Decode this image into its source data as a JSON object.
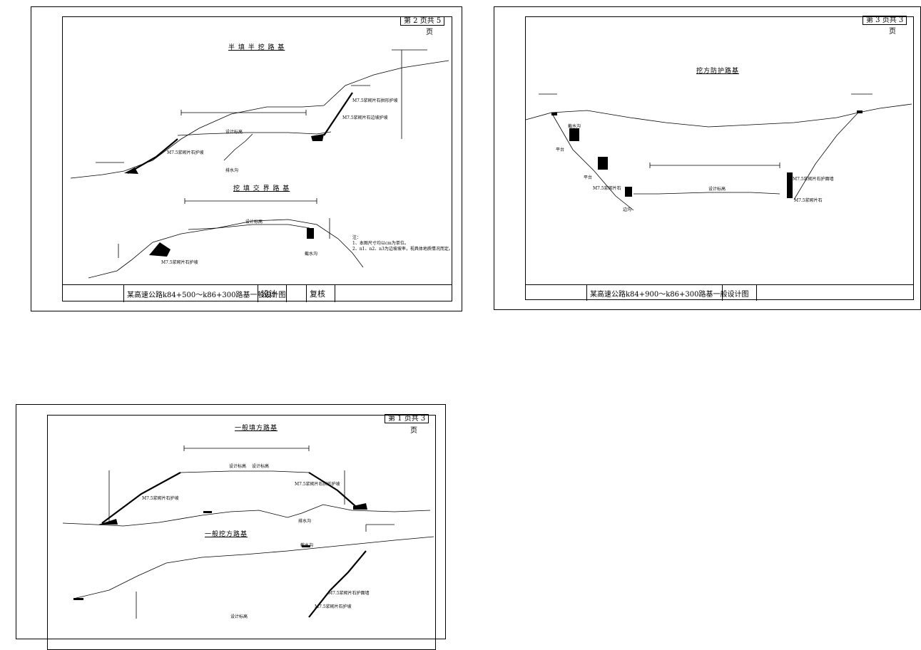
{
  "sheet_a": {
    "page_no": "第 2 页共 5",
    "page_unit": "页",
    "title_top": "半 填 半 挖 路 基",
    "title_bottom": "挖 填 交 界 路 基",
    "titleblock_text": "某高速公路k84+500～k86+300路基一般设计图",
    "titleblock_design": "设计",
    "titleblock_review": "复核",
    "notes": [
      "注：",
      "1、本图尺寸均以cm为单位。",
      "2、n1、n2、n3为边坡坡率，视具体地质情况而定。"
    ],
    "labels": [
      "设计标高",
      "设计标高",
      "M7.5浆砌片石护坡",
      "M7.5浆砌片石边坡护坡",
      "排水沟",
      "M7.5浆砌片石拱形护坡",
      "M7.5浆砌片石护坡",
      "截水沟"
    ]
  },
  "sheet_b": {
    "page_no": "第 3 页共 3",
    "page_unit": "页",
    "title_top": "挖方防护路基",
    "titleblock_text": "某高速公路k84+900～k86+300路基一般设计图",
    "labels": [
      "平台",
      "平台",
      "M7.5浆砌片石",
      "边沟",
      "设计标高",
      "M7.5浆砌片石护面墙",
      "M7.5浆砌片石",
      "截水沟"
    ]
  },
  "sheet_c": {
    "page_no": "第 1 页共 3",
    "page_unit": "页",
    "title_top": "一般填方路基",
    "title_bottom": "一般挖方路基",
    "labels": [
      "设计标高",
      "设计标高",
      "M7.5浆砌片石护坡",
      "M7.5浆砌片石拱形护坡",
      "排水沟",
      "设计标高",
      "截水沟",
      "M7.5浆砌片石护面墙",
      "M7.5浆砌片石护坡"
    ]
  }
}
